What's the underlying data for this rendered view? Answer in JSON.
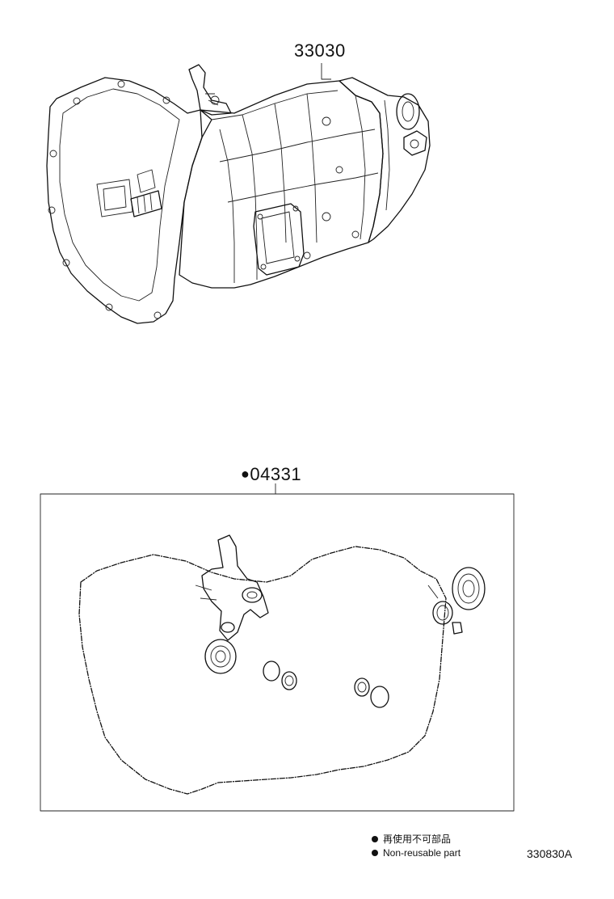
{
  "callouts": {
    "transmission_assy": "33030",
    "gasket_kit_symbol": "●",
    "gasket_kit": "04331"
  },
  "legend": {
    "line_ja": "再使用不可部品",
    "line_en": "Non-reusable part"
  },
  "figure_id": "330830A"
}
